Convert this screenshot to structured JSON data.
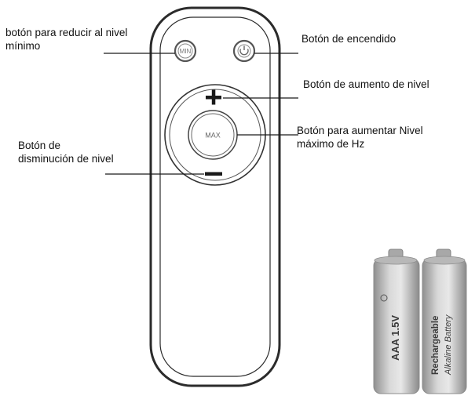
{
  "labels": {
    "min_line1": "botón para reducir al nivel",
    "min_line2": "mínimo",
    "power": "Botón de encendido",
    "increase": "Botón de aumento de nivel",
    "max_line1": "Botón para aumentar Nivel",
    "max_line2": "máximo de Hz",
    "decrease_line1": "Botón de",
    "decrease_line2": "disminución de nivel"
  },
  "remote": {
    "min_button_text": "MIN",
    "max_button_text": "MAX"
  },
  "batteries": {
    "left_text": "AAA 1.5V",
    "right_line1": "Rechargeable",
    "right_line2": "Alkaline Battery"
  },
  "colors": {
    "outline": "#2b2b2b",
    "battery_body": "#cfcfcf",
    "battery_shadow": "#9a9a9a"
  }
}
